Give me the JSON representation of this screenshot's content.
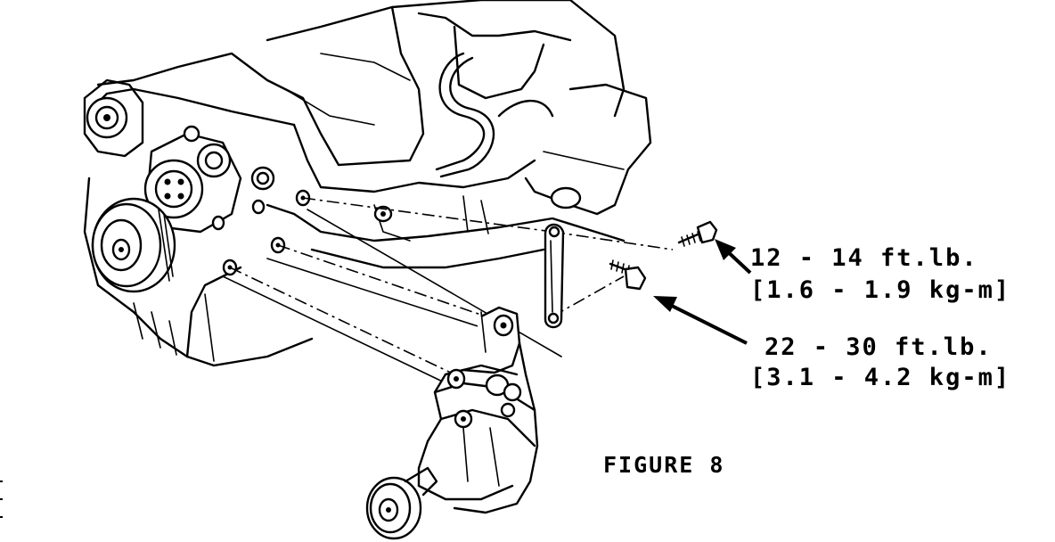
{
  "callouts": {
    "upper_bolt": {
      "torque_ftlb": "12 - 14 ft.lb.",
      "torque_kgm": "[1.6 - 1.9 kg-m]"
    },
    "lower_bolt": {
      "torque_ftlb": "22 - 30 ft.lb.",
      "torque_kgm": "[3.1 - 4.2 kg-m]"
    }
  },
  "caption": "FIGURE 8"
}
